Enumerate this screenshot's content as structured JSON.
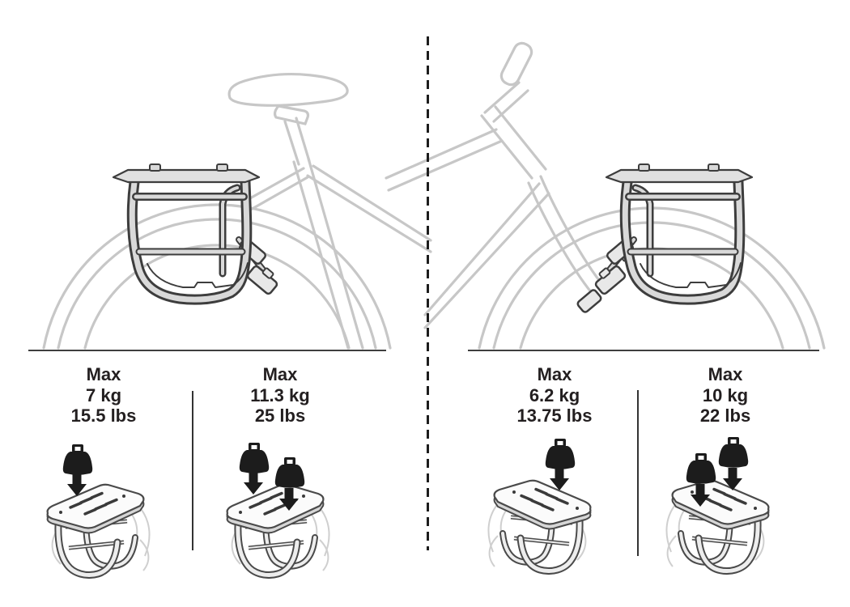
{
  "diagram": {
    "rear_rack": {
      "limits": [
        {
          "label": "Max",
          "kg": "7 kg",
          "lbs": "15.5 lbs",
          "load_points": 1
        },
        {
          "label": "Max",
          "kg": "11.3 kg",
          "lbs": "25 lbs",
          "load_points": 2
        }
      ]
    },
    "front_rack": {
      "limits": [
        {
          "label": "Max",
          "kg": "6.2 kg",
          "lbs": "13.75 lbs",
          "load_points": 1
        },
        {
          "label": "Max",
          "kg": "10 kg",
          "lbs": "22 lbs",
          "load_points": 2
        }
      ]
    },
    "icons": {
      "weight": "weight-icon",
      "down_arrow": "down-arrow-icon"
    },
    "colors": {
      "ink": "#231f20",
      "bike_outline": "#c7c7c7",
      "rack_outline": "#3d3d3d",
      "rack_fill": "#d9d9d9",
      "solid_black": "#1c1c1c"
    }
  }
}
